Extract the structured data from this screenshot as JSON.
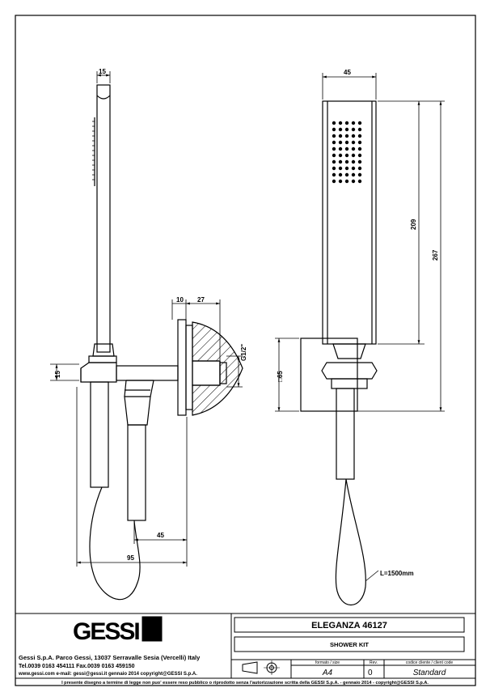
{
  "drawing": {
    "dimensions": {
      "left_top": "15",
      "top_center_width": "45",
      "wall_depth_a": "10",
      "wall_depth_b": "27",
      "thread": "G1/2\"",
      "bracket_height": "15",
      "horizontal_45": "45",
      "horizontal_95": "95",
      "height_209": "209",
      "height_267": "267",
      "plate": "□65",
      "hose": "L=1500mm"
    }
  },
  "title_block": {
    "logo": "GESSI",
    "company_line1": "Gessi S.p.A. Parco Gessi, 13037 Serravalle Sesia (Vercelli) Italy",
    "company_line2": "Tel.0039 0163 454111 Fax.0039 0163 459150",
    "company_line3": "www.gessi.com  e-mail: gessi@gessi.it   gennaio 2014   copyright@GESSI S.p.A.",
    "product_name": "ELEGANZA  46127",
    "product_desc": "SHOWER KIT",
    "format_label": "formato / size",
    "format_value": "A4",
    "rev_label": "Rev.",
    "rev_value": "0",
    "client_label": "codice cliente / client code",
    "client_value": "Standard",
    "disclaimer": "I presente disegno a termine di legge non puo' essere reso pubblico o riprodotto senza l'autorizzazione scritta della GESSI S.p.A. - gennaio 2014 - copyright@GESSI S.p.A."
  }
}
